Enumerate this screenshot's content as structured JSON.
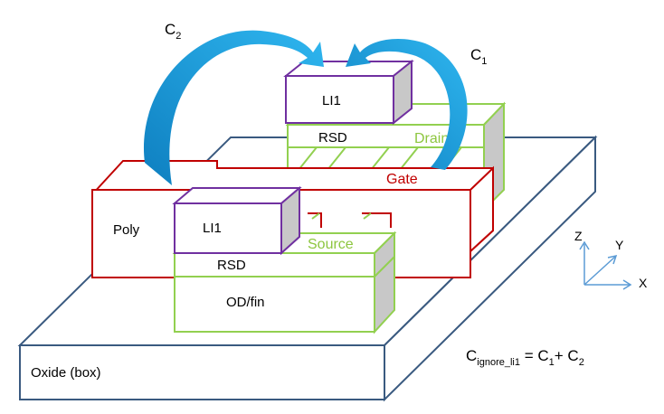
{
  "labels": {
    "c2": "C",
    "c2_sub": "2",
    "c1": "C",
    "c1_sub": "1",
    "li1_top": "LI1",
    "rsd_top": "RSD",
    "drain": "Drain",
    "gate": "Gate",
    "poly": "Poly",
    "li1_bottom": "LI1",
    "source": "Source",
    "rsd_bottom": "RSD",
    "od_fin": "OD/fin",
    "oxide": "Oxide (box)",
    "axis_z": "Z",
    "axis_y": "Y",
    "axis_x": "X"
  },
  "formula": {
    "lhs": "C",
    "lhs_sub": "ignore_li1",
    "eq": " = C",
    "t1_sub": "1",
    "plus": "+ C",
    "t2_sub": "2"
  },
  "colors": {
    "oxide_stroke": "#3a5a80",
    "poly_red": "#c00000",
    "green": "#92d050",
    "purple": "#7030a0",
    "arrow_blue": "#1ba1e2",
    "axis_blue": "#5b9bd5",
    "side_gray": "#c8c8c8"
  }
}
